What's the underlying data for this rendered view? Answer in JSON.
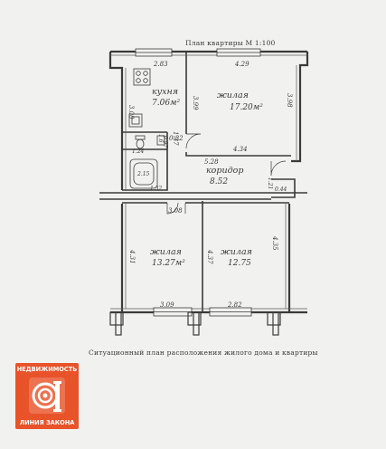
{
  "plan": {
    "title": "План квартиры   М 1:100",
    "caption": "Ситуационный план расположения жилого дома и квартиры",
    "rooms": {
      "kitchen": {
        "name": "кухня",
        "area": "7.06м²"
      },
      "living_top": {
        "name": "жилая",
        "area": "17.20м²"
      },
      "corridor": {
        "name": "коридор",
        "area": "8.52"
      },
      "living_left": {
        "name": "жилая",
        "area": "13.27м²"
      },
      "living_right": {
        "name": "жилая",
        "area": "12.75"
      },
      "bath": {
        "area": "2.15"
      },
      "wc": {
        "area": "1.24"
      },
      "closet": {
        "area": "0.44"
      }
    },
    "dimensions": {
      "kitchen_top": "2.83",
      "kitchen_side": "3.00",
      "living_top_top": "4.29",
      "living_top_left": "3.99",
      "living_top_right": "3.98",
      "living_top_bottom": "4.34",
      "corridor_top": "5.28",
      "corridor_small": "0.82",
      "corridor_side": "1.37",
      "wc_side": "1.6",
      "wc_small": "0.97",
      "bath_bottom": "1.32",
      "corridor_right": "1.21",
      "living_left_top": "3.08",
      "living_left_left": "4.31",
      "living_left_bottom": "3.09",
      "living_right_left": "4.37",
      "living_right_right": "4.35",
      "living_right_bottom": "2.82"
    }
  },
  "logo": {
    "top_text": "НЕДВИЖИМОСТЬ",
    "bottom_text": "ЛИНИЯ ЗАКОНА",
    "color": "#e8532a"
  }
}
